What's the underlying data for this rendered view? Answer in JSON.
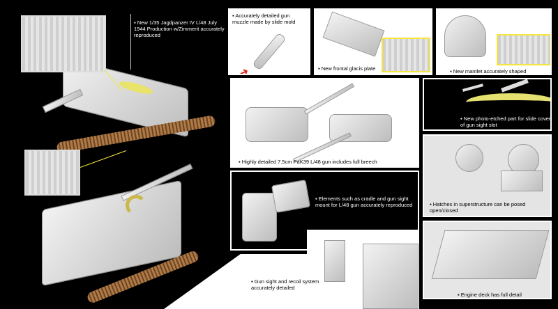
{
  "captions": {
    "main": "New 1/35 Jagdpanzer IV L/48 July 1944 Production w/Zimmerit accurately reproduced",
    "muzzle": "Accurately detailed gun muzzle made by slide mold",
    "glacis": "New frontal glacis plate",
    "mantlet": "New mantlet accurately shaped",
    "breech": "Highly detailed 7.5cm PaK39 L/48 gun includes full breech",
    "photo_etched": "New photo-etched part for slide cover of gun sight slot",
    "hatches": "Hatches in superstructure can be posed open/closed",
    "cradle": "Elements such as cradle and gun sight mount for L/48 gun accurately reproduced",
    "gunsight": "Gun sight and recoil system accurately detailed",
    "engine": "Engine deck has full detail"
  },
  "colors": {
    "background": "#000000",
    "panel": "#ffffff",
    "accent_yellow": "#f4e63c",
    "arrow_red": "#e2231a",
    "track": "#b07a45"
  }
}
